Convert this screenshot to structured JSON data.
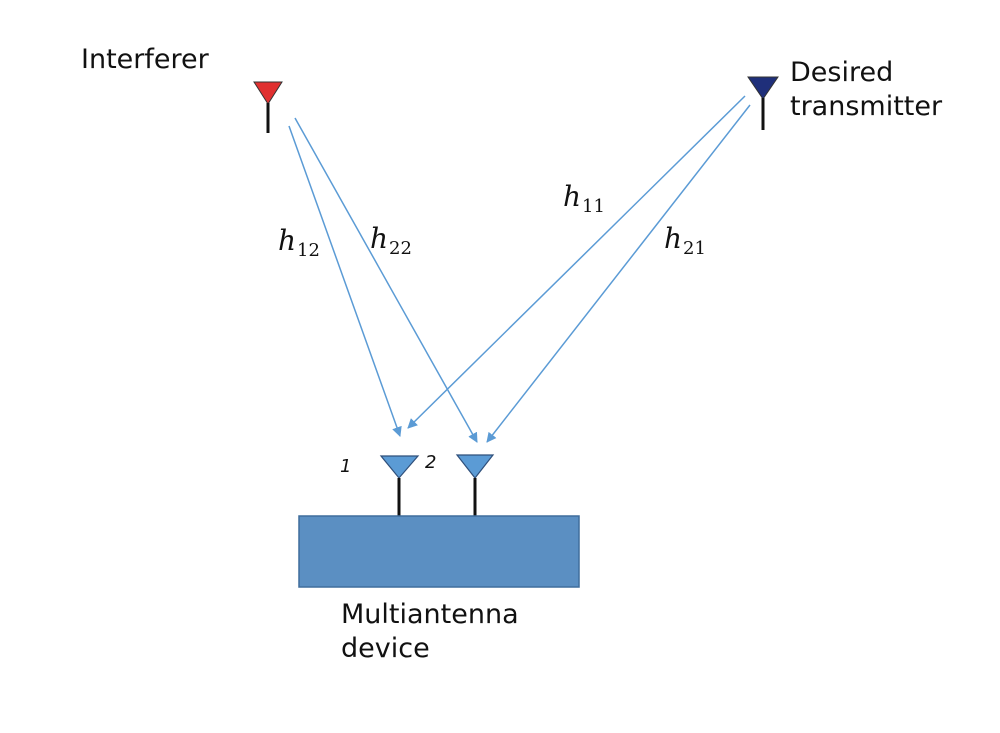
{
  "labels": {
    "interferer": "Interferer",
    "desired_line1": "Desired",
    "desired_line2": "transmitter",
    "device_line1": "Multiantenna",
    "device_line2": "device",
    "antenna1": "1",
    "antenna2": "2"
  },
  "channels": {
    "h11": {
      "base": "h",
      "sub": "11"
    },
    "h21": {
      "base": "h",
      "sub": "21"
    },
    "h12": {
      "base": "h",
      "sub": "12"
    },
    "h22": {
      "base": "h",
      "sub": "22"
    }
  },
  "colors": {
    "interferer": "#e03030",
    "desired": "#1f2f7a",
    "device_antenna": "#5b9bd5",
    "device_box": "#5b8fc2",
    "arrow": "#5b9bd5"
  }
}
